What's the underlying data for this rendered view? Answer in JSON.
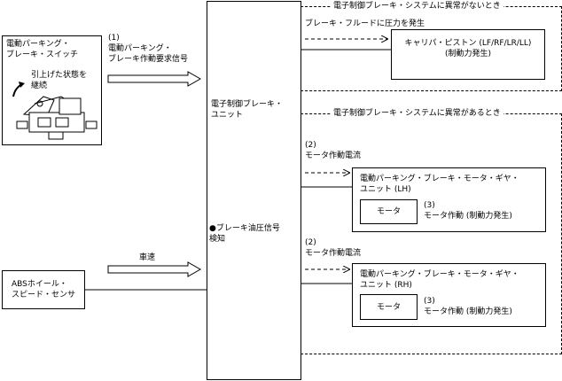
{
  "switch_box": {
    "title": "電動パーキング・\nブレーキ・スイッチ",
    "note": "引上げた状態を\n継続"
  },
  "abs_box": {
    "label": "ABSホイール・\nスピード・センサ"
  },
  "ecu_box": {
    "label": "電子制御ブレーキ・\nユニット",
    "detect": "●ブレーキ油圧信号\n検知"
  },
  "signals": {
    "request": "(1)\n電動パーキング・\nブレーキ作動要求信号",
    "speed": "車速"
  },
  "normal_group": {
    "title": "電子制御ブレーキ・システムに異常がないとき",
    "pressure": "ブレーキ・フルードに圧力を発生",
    "caliper": "キャリパ・ピストン (LF/RF/LR/LL)\n(制動力発生)"
  },
  "abnormal_group": {
    "title": "電子制御ブレーキ・システムに異常があるとき",
    "lh": {
      "current": "(2)\nモータ作動電流",
      "unit": "電動パーキング・ブレーキ・モータ・ギヤ・\nユニット (LH)",
      "motor": "モータ",
      "action": "(3)\nモータ作動 (制動力発生)"
    },
    "rh": {
      "current": "(2)\nモータ作動電流",
      "unit": "電動パーキング・ブレーキ・モータ・ギヤ・\nユニット (RH)",
      "motor": "モータ",
      "action": "(3)\nモータ作動 (制動力発生)"
    }
  }
}
